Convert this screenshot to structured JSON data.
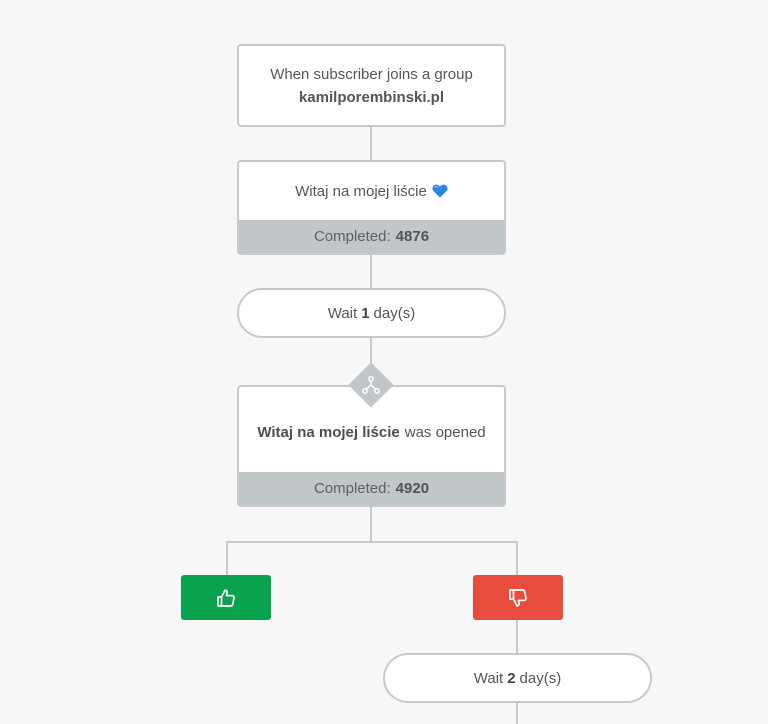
{
  "trigger": {
    "line1": "When subscriber joins a group",
    "group": "kamilporembinski.pl"
  },
  "email": {
    "subject": "Witaj na mojej liście",
    "emoji_icon": "blue-heart-icon",
    "completed_label": "Completed:",
    "completed_count": "4876"
  },
  "wait1": {
    "prefix": "Wait",
    "amount": "1",
    "unit": "day(s)"
  },
  "condition": {
    "icon": "split-branch-icon",
    "email_name": "Witaj na mojej liście",
    "suffix": "was opened",
    "completed_label": "Completed:",
    "completed_count": "4920"
  },
  "branches": {
    "yes_icon": "thumbs-up-icon",
    "yes_color": "#09a34f",
    "no_icon": "thumbs-down-icon",
    "no_color": "#e74c3c"
  },
  "wait2": {
    "prefix": "Wait",
    "amount": "2",
    "unit": "day(s)"
  }
}
